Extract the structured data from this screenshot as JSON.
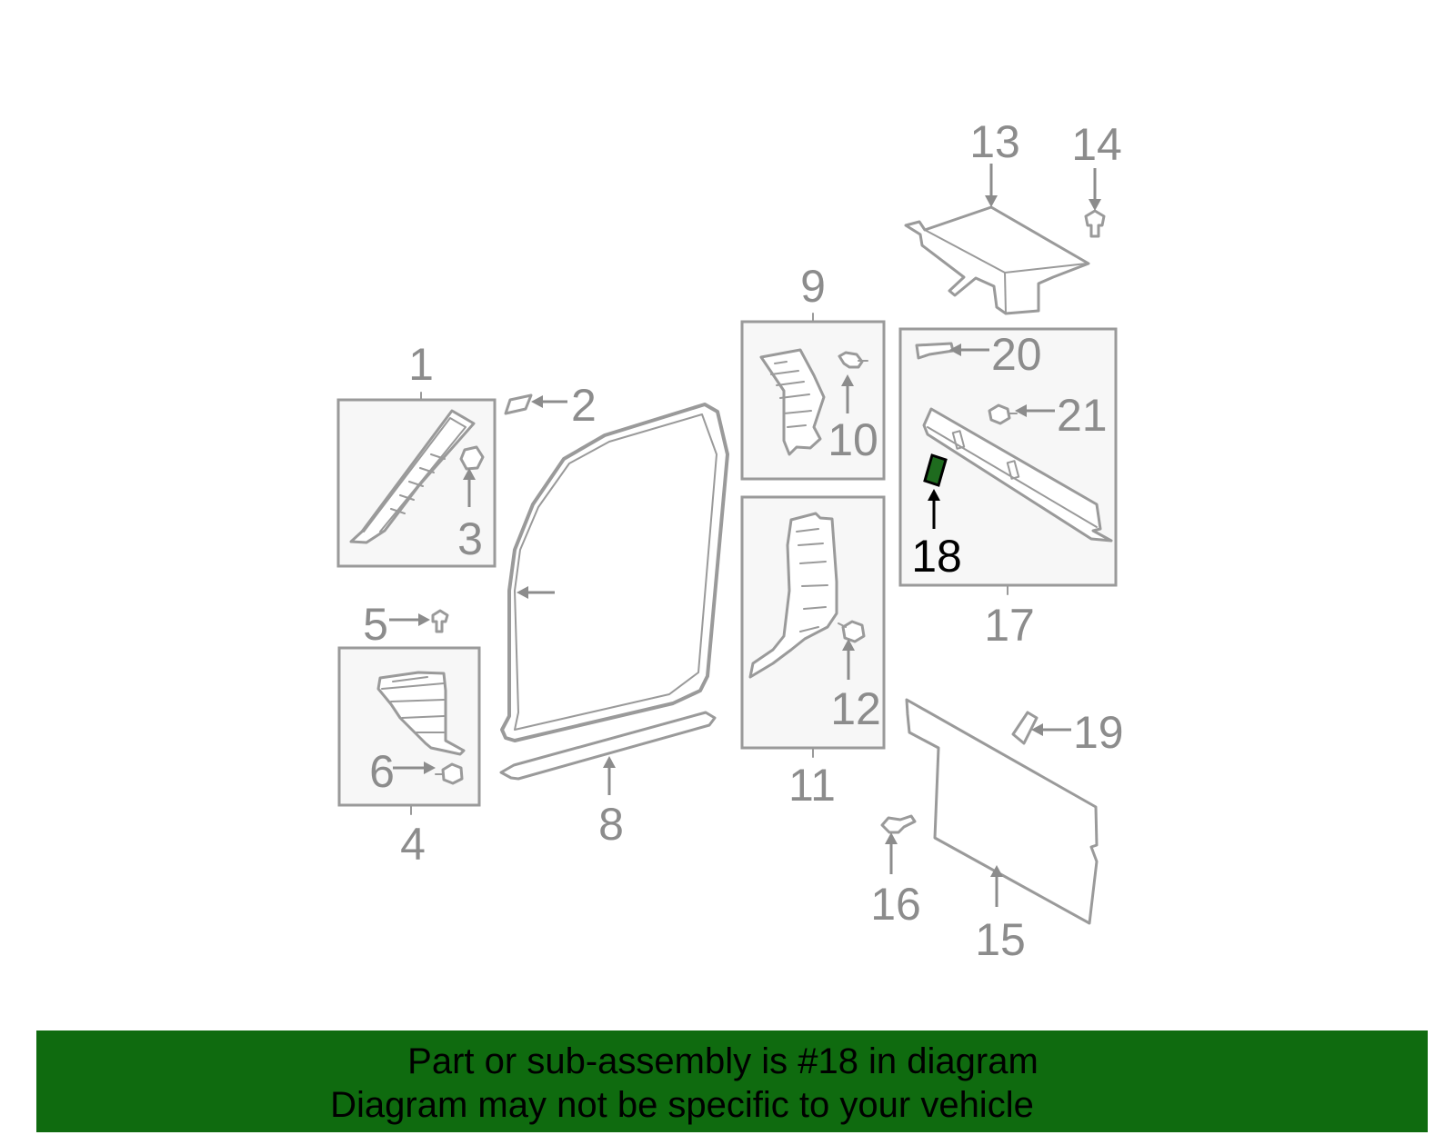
{
  "callouts": [
    {
      "id": "1",
      "label": "1"
    },
    {
      "id": "2",
      "label": "2"
    },
    {
      "id": "3",
      "label": "3"
    },
    {
      "id": "4",
      "label": "4"
    },
    {
      "id": "5",
      "label": "5"
    },
    {
      "id": "6",
      "label": "6"
    },
    {
      "id": "8",
      "label": "8"
    },
    {
      "id": "9",
      "label": "9"
    },
    {
      "id": "10",
      "label": "10"
    },
    {
      "id": "11",
      "label": "11"
    },
    {
      "id": "12",
      "label": "12"
    },
    {
      "id": "13",
      "label": "13"
    },
    {
      "id": "14",
      "label": "14"
    },
    {
      "id": "15",
      "label": "15"
    },
    {
      "id": "16",
      "label": "16"
    },
    {
      "id": "17",
      "label": "17"
    },
    {
      "id": "18",
      "label": "18"
    },
    {
      "id": "19",
      "label": "19"
    },
    {
      "id": "20",
      "label": "20"
    },
    {
      "id": "21",
      "label": "21"
    }
  ],
  "highlighted_part": "18",
  "banner": {
    "line1": "Part or sub-assembly is #18 in diagram",
    "line2": "Diagram may not be specific to your vehicle"
  },
  "colors": {
    "banner_background": "#0f6b0f",
    "highlight_part": "#1e6b1e",
    "line_art": "#9a9a9a"
  }
}
